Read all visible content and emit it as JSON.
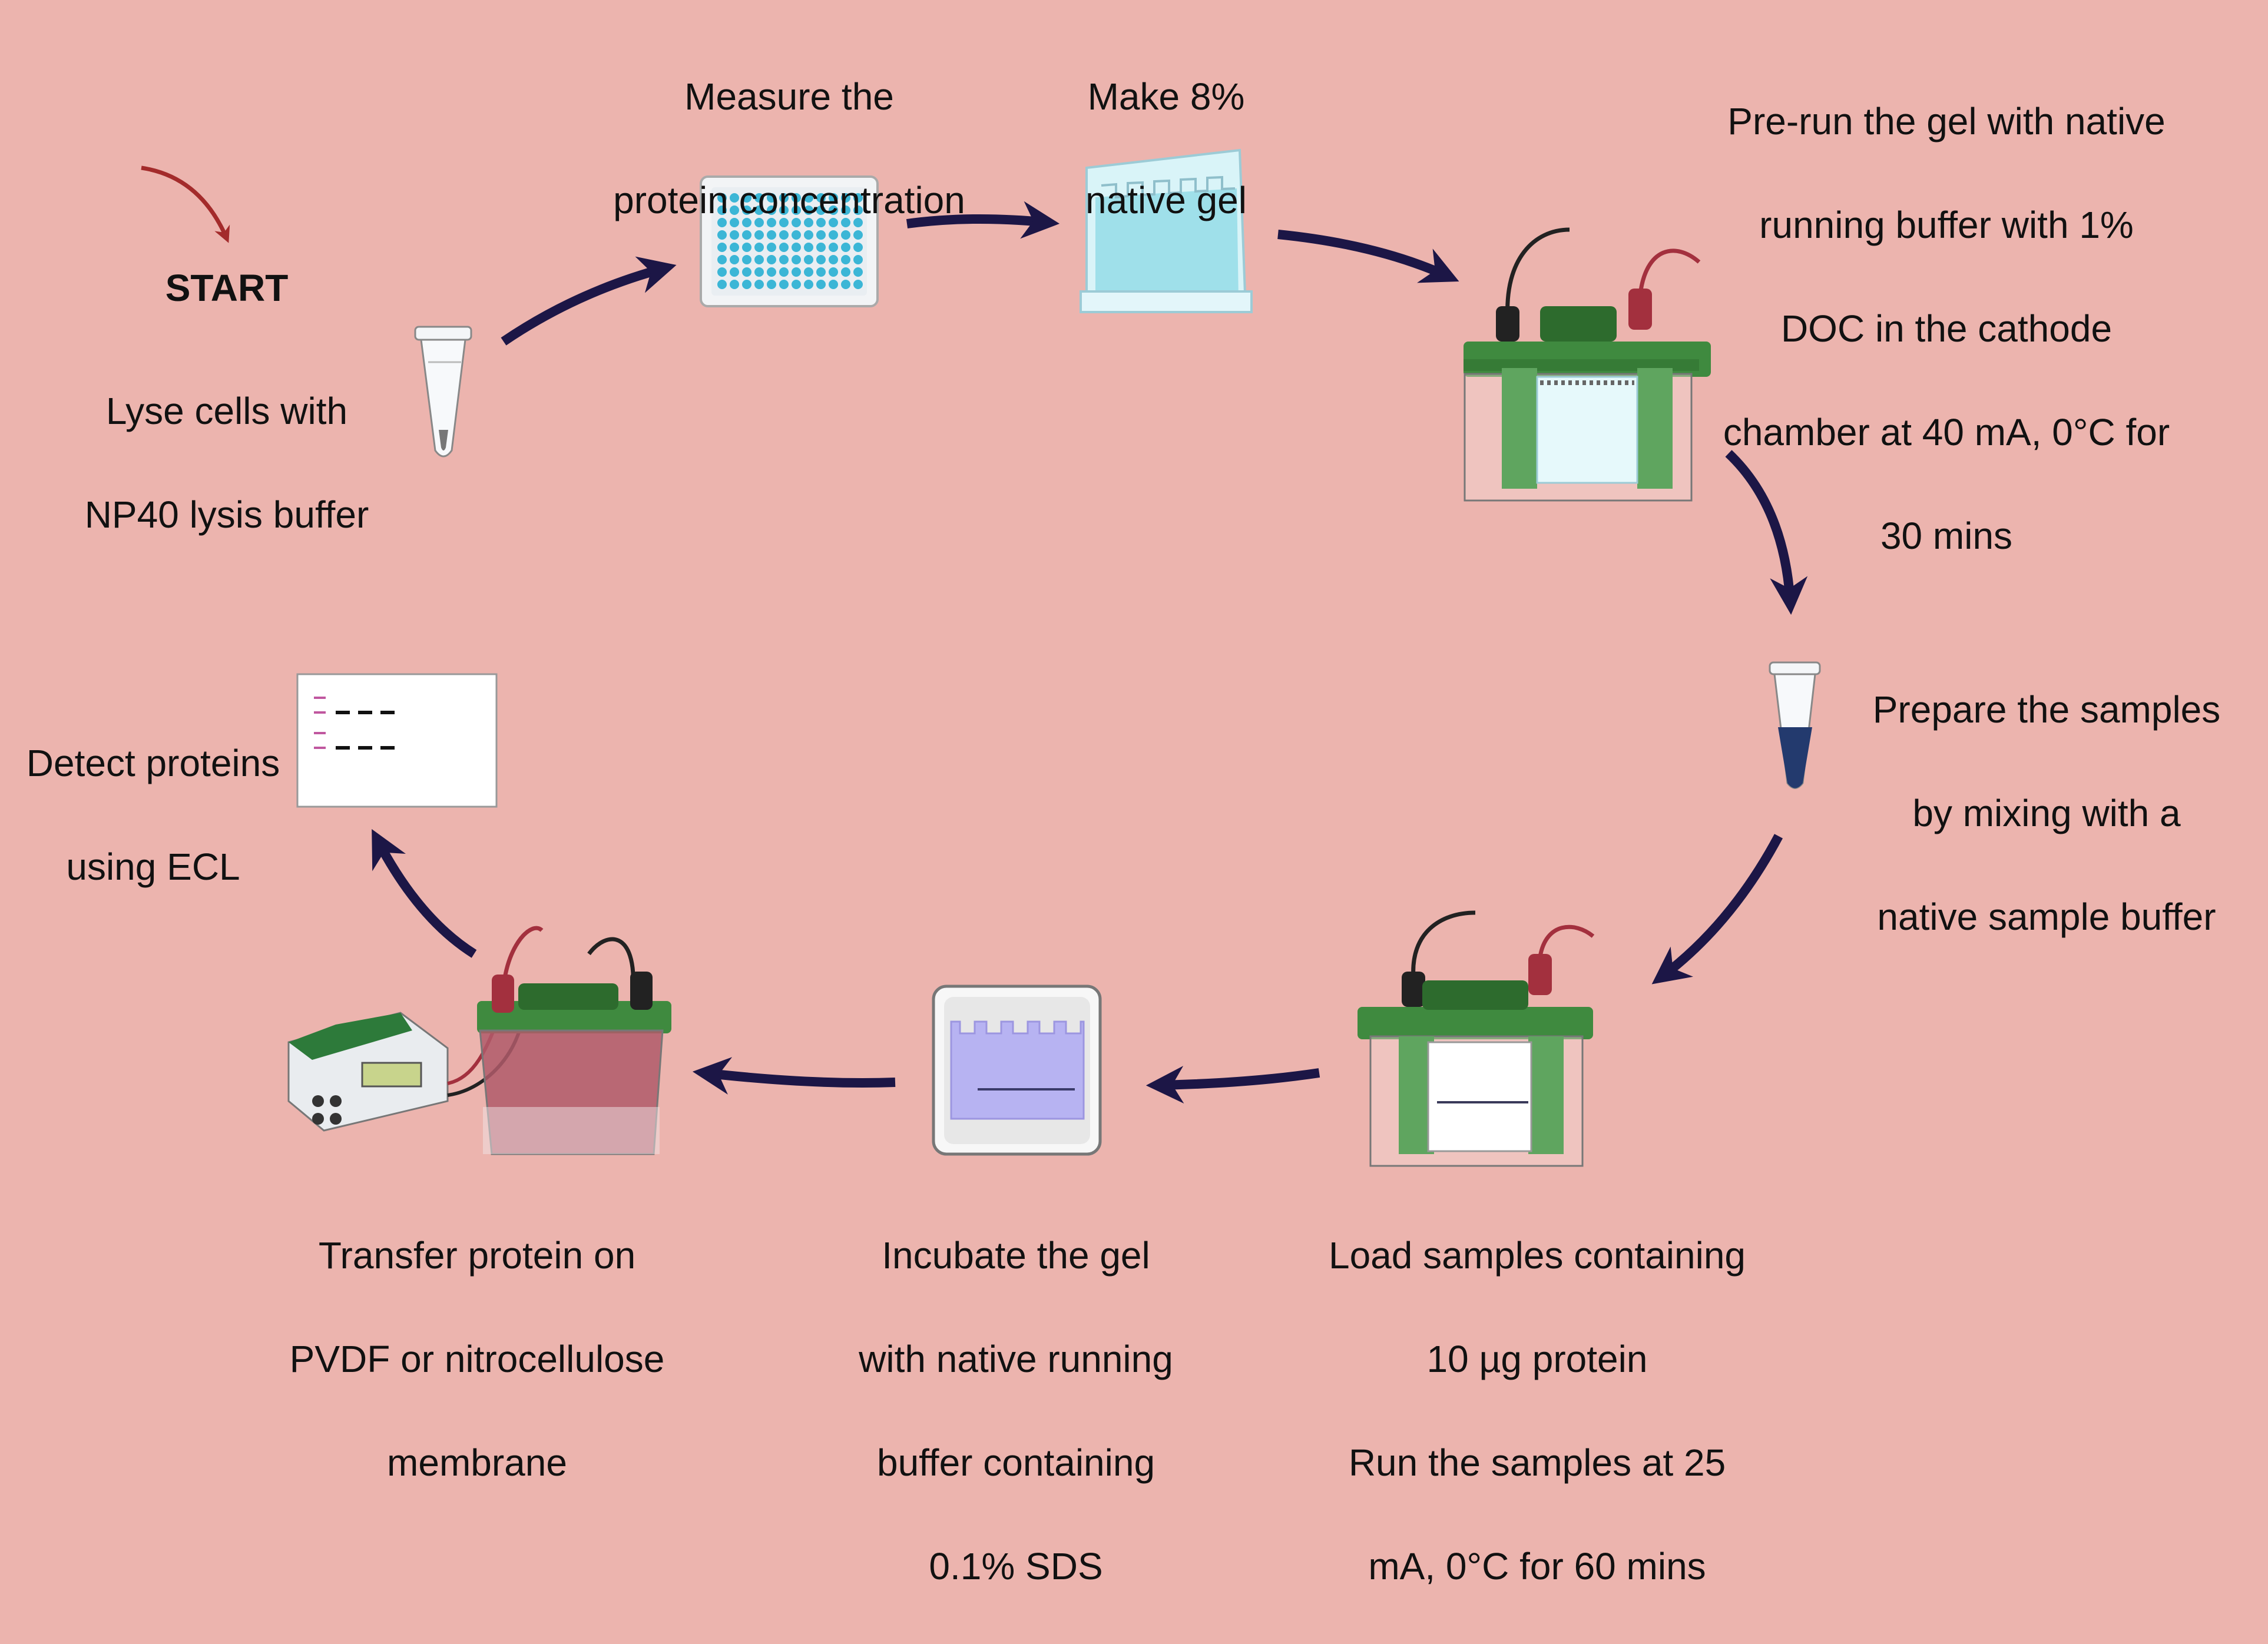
{
  "start": "START",
  "steps": {
    "lyse": [
      "Lyse cells with",
      "NP40 lysis buffer"
    ],
    "measure": [
      "Measure the",
      "protein concentration"
    ],
    "gel": [
      "Make 8%",
      "native gel"
    ],
    "prerun": [
      "Pre-run the gel with native",
      "running buffer with 1%",
      "DOC in the cathode",
      "chamber at 40 mA, 0°C for",
      "30 mins"
    ],
    "prepare": [
      "Prepare the samples",
      "by mixing with a",
      "native sample buffer"
    ],
    "load": [
      "Load samples containing",
      "10 µg protein",
      "Run the samples at 25",
      "mA, 0°C for 60 mins"
    ],
    "incubate": [
      "Incubate the gel",
      "with native running",
      "buffer containing",
      "0.1% SDS"
    ],
    "transfer": [
      "Transfer protein on",
      "PVDF or nitrocellulose",
      "membrane"
    ],
    "detect": [
      "Detect proteins",
      "using ECL"
    ]
  },
  "colors": {
    "background": "#ecb4ae",
    "arrow": "#1c1646",
    "tank_green": "#3f8a3f",
    "tank_green_dark": "#2d6b2d",
    "plate_well": "#3bb6d6",
    "gel_blue": "#bfeef5",
    "gel_purple": "#b7b3f2",
    "transfer_red": "#b05a6a",
    "lead_red": "#a3303e",
    "start_arrow": "#a32b2b"
  },
  "icons": [
    "start-arrow-icon",
    "tube-icon",
    "well-plate-icon",
    "gel-cassette-icon",
    "electrophoresis-tank-icon",
    "sample-tube-icon",
    "gel-tray-icon",
    "transfer-apparatus-icon",
    "membrane-icon",
    "flow-arrow-icon"
  ]
}
